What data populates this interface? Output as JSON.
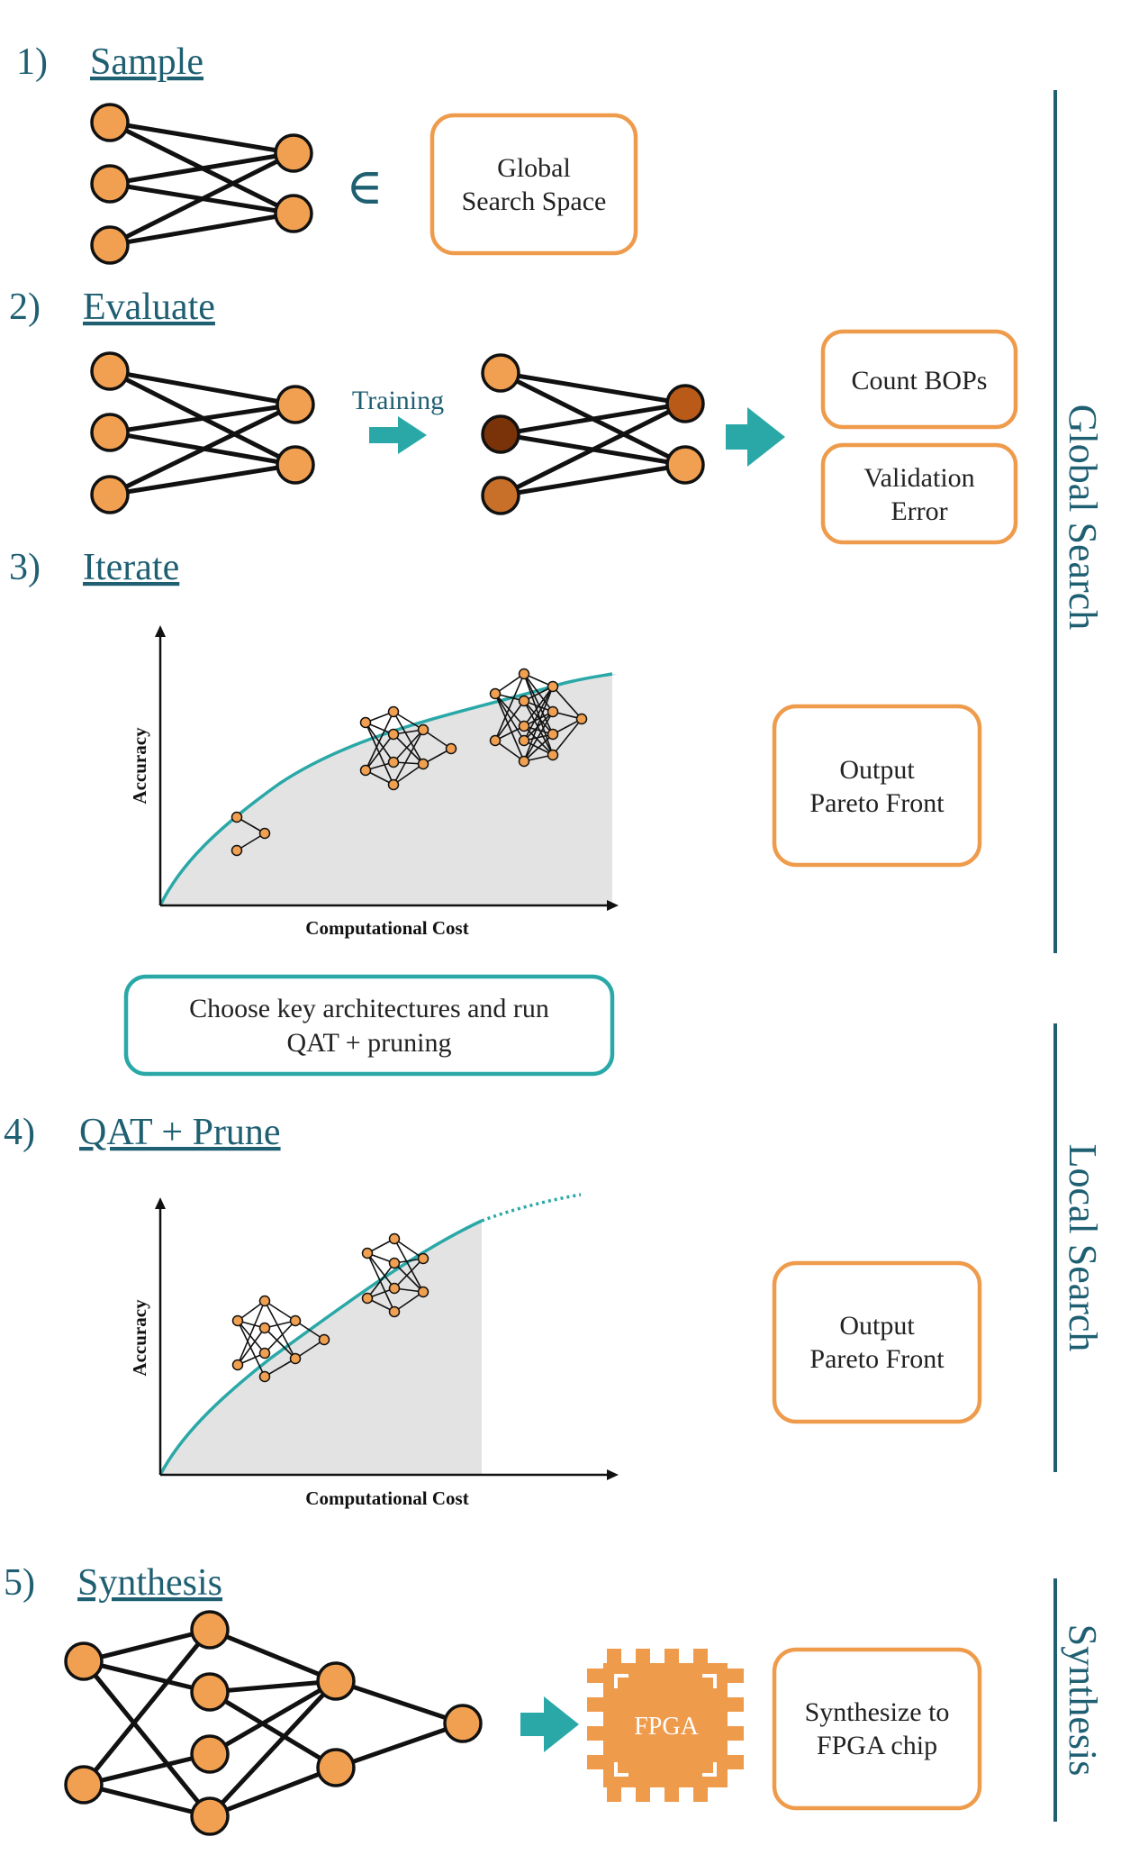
{
  "steps": [
    {
      "number": "1)",
      "title": "Sample"
    },
    {
      "number": "2)",
      "title": "Evaluate"
    },
    {
      "number": "3)",
      "title": "Iterate"
    },
    {
      "number": "4)",
      "title": "QAT + Prune"
    },
    {
      "number": "5)",
      "title": "Synthesis"
    }
  ],
  "sample": {
    "symbol": "∈",
    "box_line1": "Global",
    "box_line2": "Search Space"
  },
  "evaluate": {
    "training_label": "Training",
    "box1": "Count BOPs",
    "box2_line1": "Validation",
    "box2_line2": "Error"
  },
  "iterate": {
    "ylabel": "Accuracy",
    "xlabel": "Computational Cost",
    "output_line1": "Output",
    "output_line2": "Pareto Front"
  },
  "choose_box": {
    "line1": "Choose key architectures and run",
    "line2": "QAT + pruning"
  },
  "prune": {
    "ylabel": "Accuracy",
    "xlabel": "Computational Cost",
    "output_line1": "Output",
    "output_line2": "Pareto Front"
  },
  "synthesis": {
    "chip_label": "FPGA",
    "box_line1": "Synthesize to",
    "box_line2": "FPGA chip"
  },
  "side_labels": {
    "global": "Global Search",
    "local": "Local Search",
    "synthesis": "Synthesis"
  },
  "colors": {
    "teal_text": "#1f5f72",
    "orange": "#ef9b4c",
    "node": "#f0a050",
    "teal_arrow": "#2aa8a8"
  }
}
